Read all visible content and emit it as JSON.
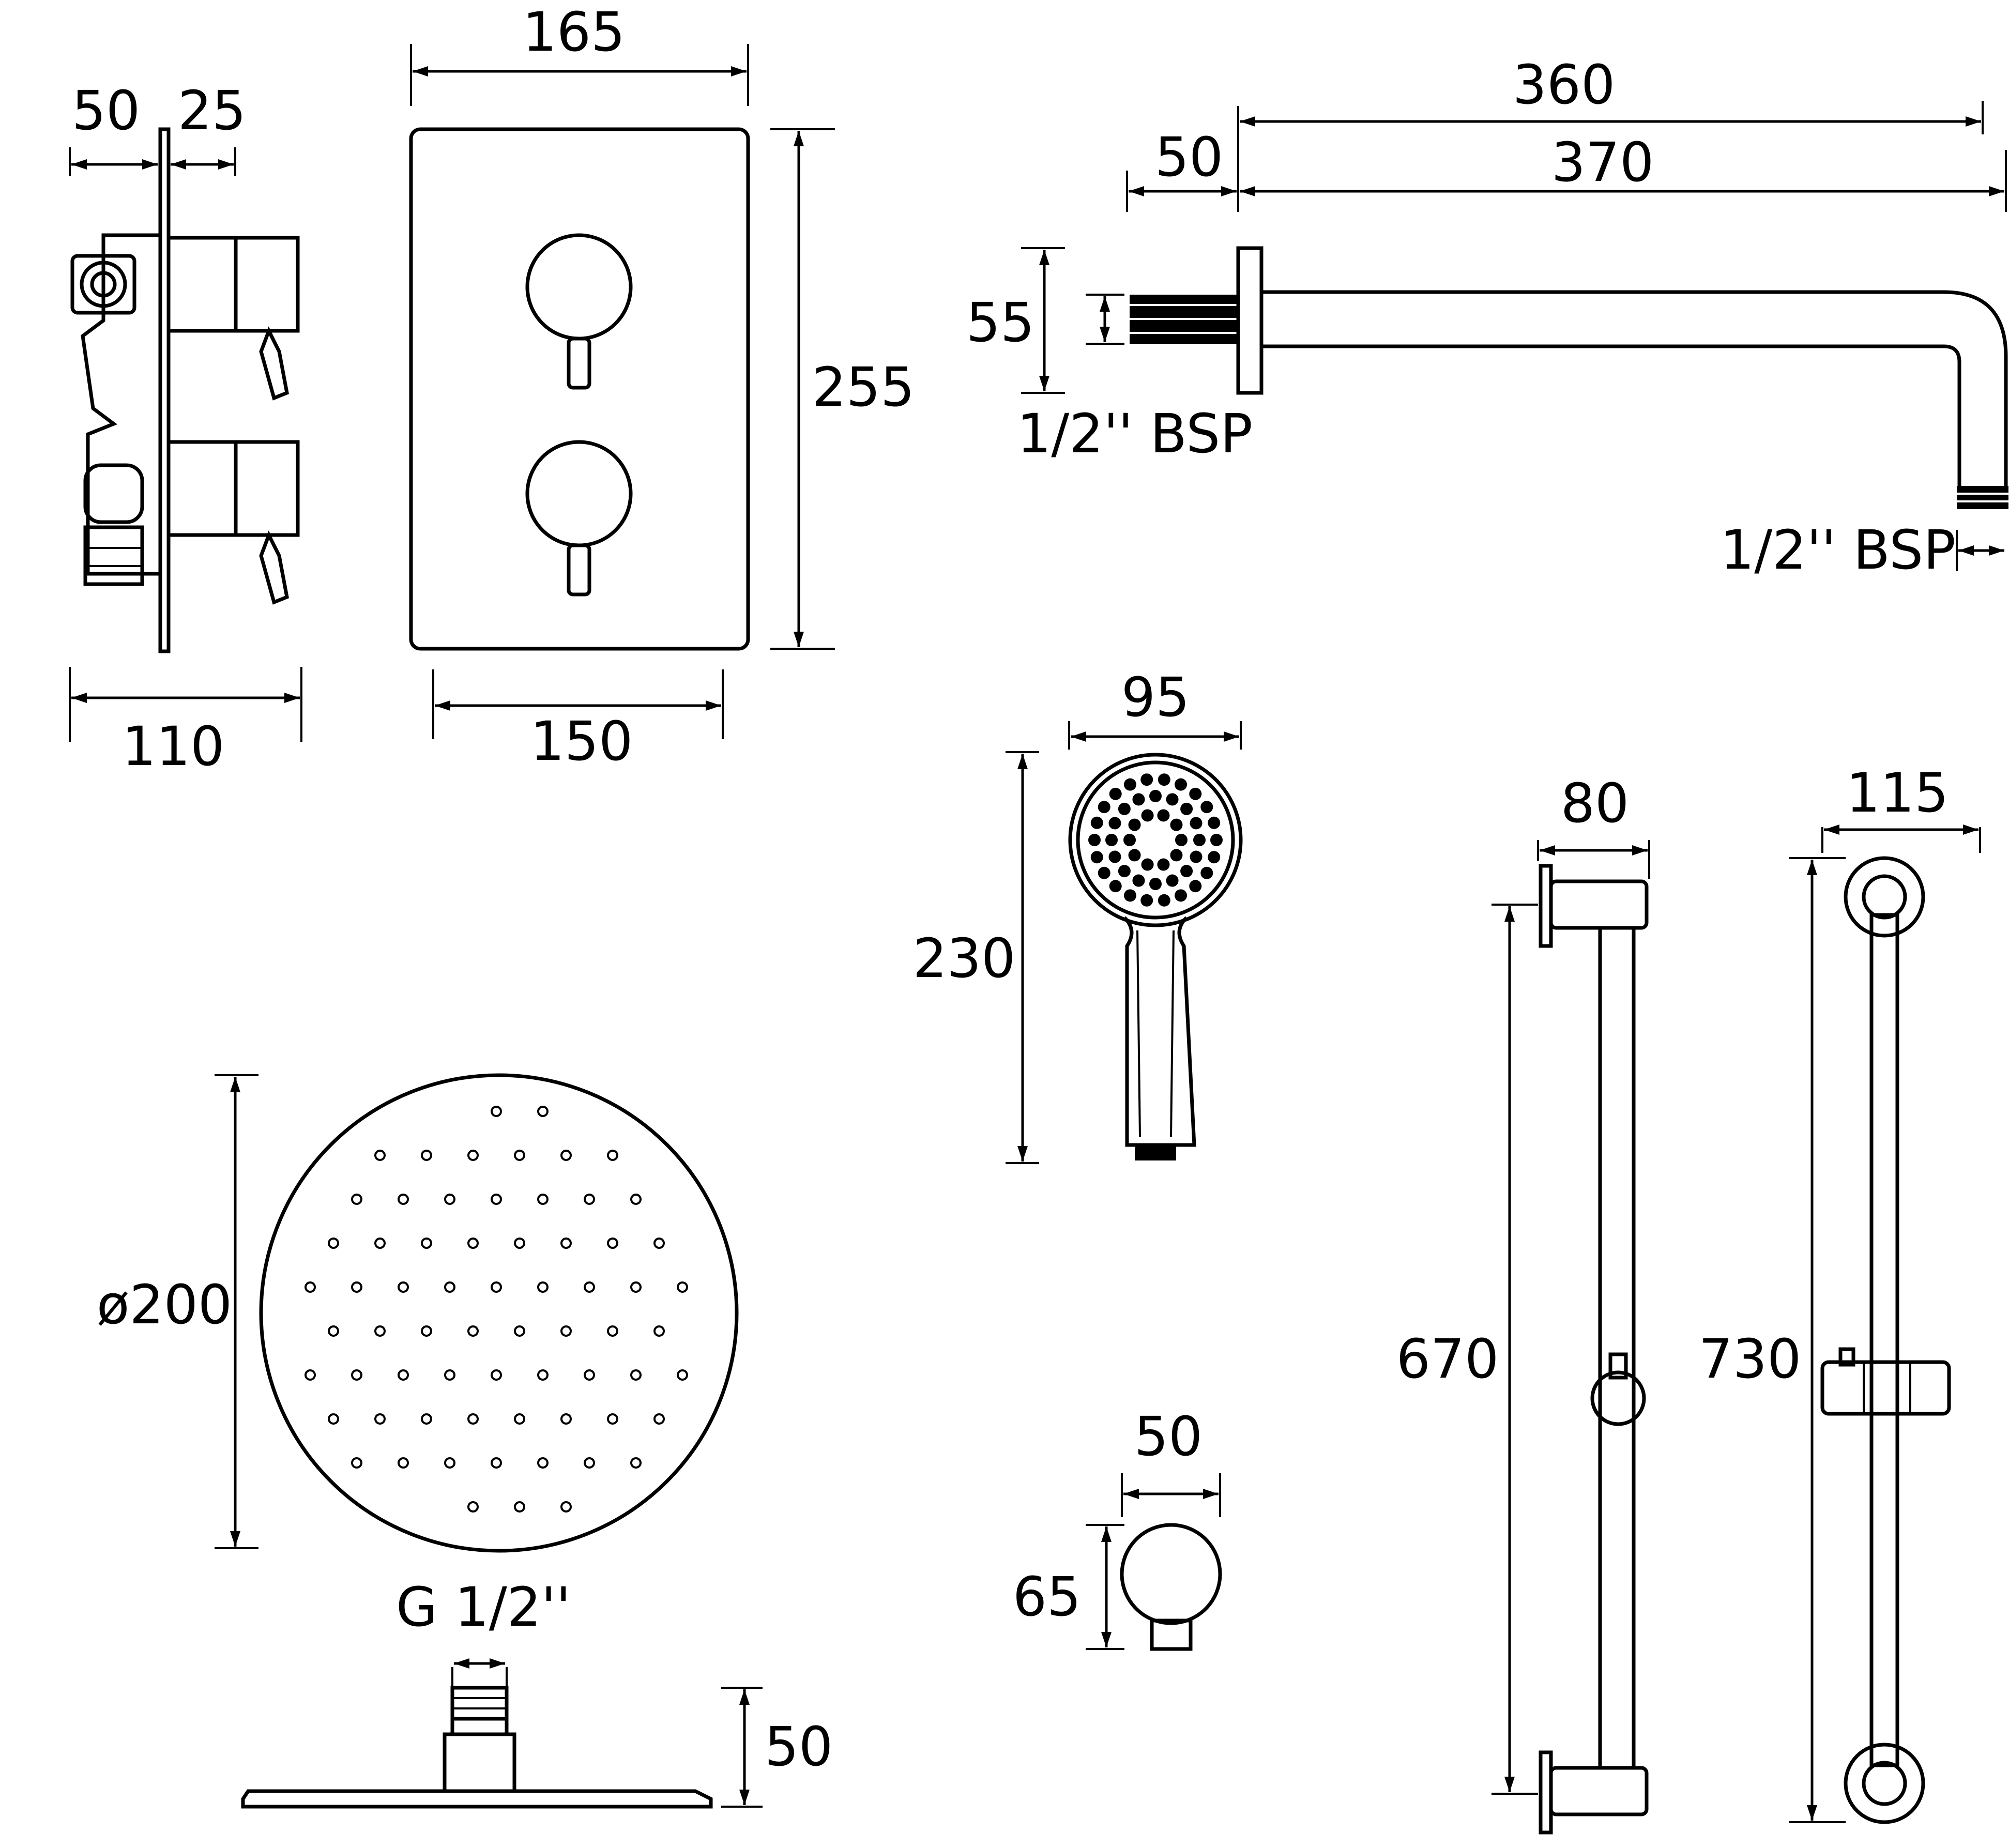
{
  "dimensions": {
    "valve_depth_front": "50",
    "valve_depth_back": "25",
    "valve_total_depth": "110",
    "plate_width": "165",
    "plate_height": "255",
    "plate_handle_span": "150",
    "arm_length_outer": "360",
    "arm_length_total": "370",
    "arm_flange_depth": "50",
    "arm_flange_height": "55",
    "arm_inlet_thread": "1/2'' BSP",
    "arm_outlet_thread": "1/2'' BSP",
    "handset_width": "95",
    "handset_length": "230",
    "outlet_width": "50",
    "outlet_height": "65",
    "rail_bracket_depth": "80",
    "rail_length": "670",
    "rail_width": "115",
    "rail_total_length": "730",
    "head_diameter": "ø200",
    "head_thread": "G 1/2''",
    "head_height": "50"
  },
  "colors": {
    "ink": "#000000",
    "paper": "#ffffff"
  },
  "icons": [
    "dimension-arrow",
    "spray-nozzle-hole"
  ]
}
